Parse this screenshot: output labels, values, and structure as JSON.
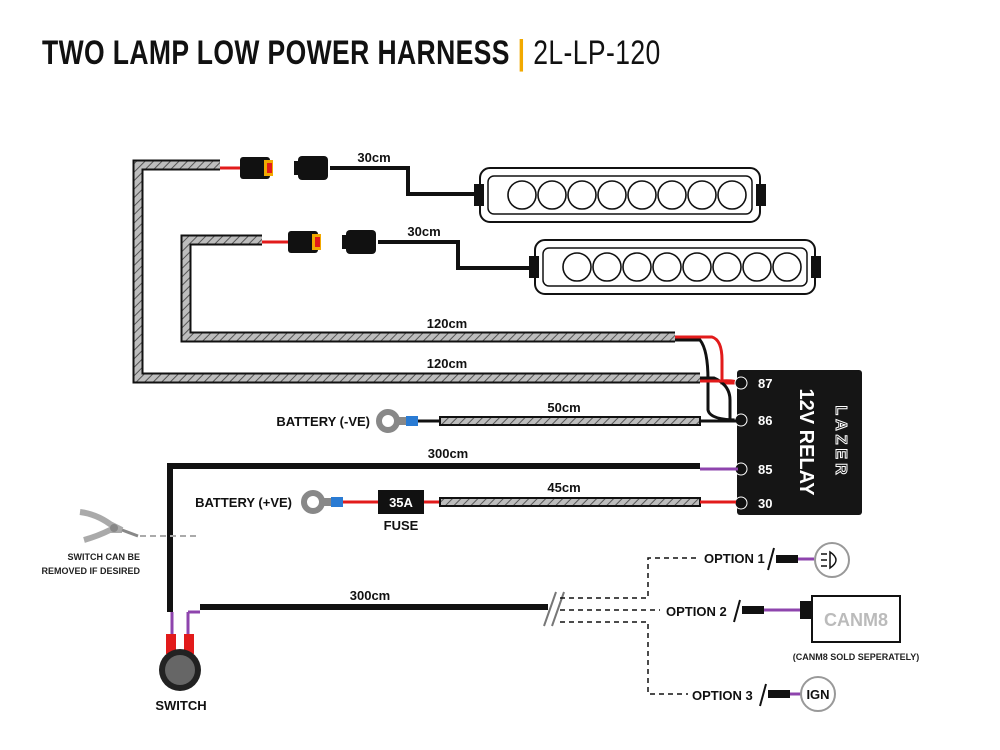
{
  "header": {
    "title": "TWO LAMP LOW POWER HARNESS",
    "code": "2L-LP-120"
  },
  "lengths": {
    "lamp1": "30cm",
    "lamp2": "30cm",
    "run_upper": "120cm",
    "run_lower": "120cm",
    "battery_neg": "50cm",
    "switch_run": "300cm",
    "battery_pos": "45cm",
    "option_run": "300cm"
  },
  "relay": {
    "logo": "LAZER",
    "label": "12V RELAY",
    "pins": [
      "87",
      "86",
      "85",
      "30"
    ]
  },
  "battery": {
    "negative": "BATTERY (-VE)",
    "positive": "BATTERY (+VE)"
  },
  "fuse": {
    "rating": "35A",
    "label": "FUSE"
  },
  "switch": {
    "label": "SWITCH",
    "note_line1": "SWITCH CAN BE",
    "note_line2": "REMOVED IF DESIRED"
  },
  "options": {
    "option1": "OPTION 1",
    "option2": "OPTION 2",
    "option3": "OPTION 3",
    "canm8_label": "CANM8",
    "canm8_note": "(CANM8 SOLD SEPERATELY)",
    "ign_label": "IGN"
  },
  "colors": {
    "accent": "#f2a900",
    "wire_black": "#111111",
    "wire_red": "#e21b1b",
    "wire_purple": "#8e44ad",
    "wire_blue": "#2a7bd3",
    "relay_bg": "#151515"
  }
}
